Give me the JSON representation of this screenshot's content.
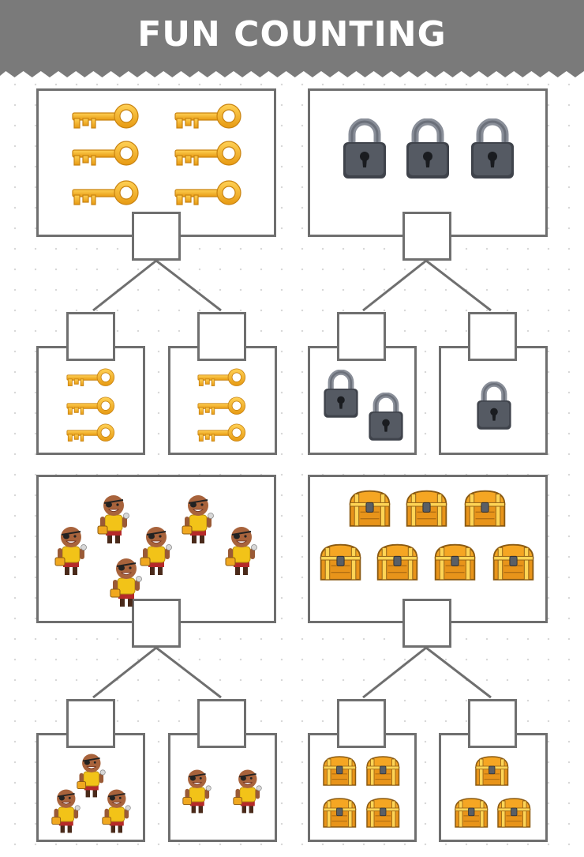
{
  "header": {
    "title": "FUN COUNTING"
  },
  "colors": {
    "header_bg": "#7a7a7a",
    "border": "#6f6f6f",
    "key": "#f4b123",
    "lock": "#4b4f57",
    "chest": "#f0a820",
    "pirate_shirt": "#f2c318"
  },
  "puzzles": [
    {
      "item": "key-icon",
      "total": 6,
      "groups": [
        3,
        3
      ]
    },
    {
      "item": "padlock-icon",
      "total": 3,
      "groups": [
        2,
        1
      ]
    },
    {
      "item": "pirate-icon",
      "total": 6,
      "groups": [
        3,
        2
      ]
    },
    {
      "item": "treasure-chest-icon",
      "total": 7,
      "groups": [
        4,
        3
      ]
    }
  ]
}
